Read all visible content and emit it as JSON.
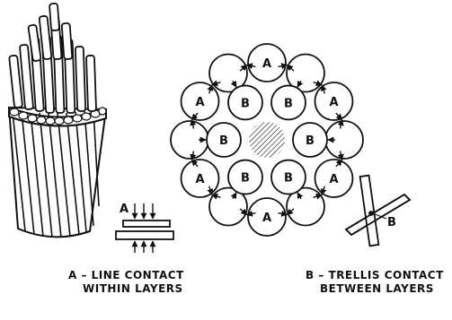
{
  "labels": {
    "contact_a": "A",
    "contact_b": "B"
  },
  "captions": {
    "a_line1": "A – LINE CONTACT",
    "a_line2": "WITHIN LAYERS",
    "b_line1": "B – TRELLIS CONTACT",
    "b_line2": "BETWEEN LAYERS"
  },
  "cross_section": {
    "outer_layer": [
      "A",
      "",
      "A",
      "",
      "A",
      "",
      "A",
      "",
      "A",
      "",
      "A",
      ""
    ],
    "inner_layer": [
      "B",
      "B",
      "B",
      "B",
      "B",
      "B"
    ]
  },
  "colors": {
    "ink": "#111111",
    "paper": "#ffffff"
  }
}
